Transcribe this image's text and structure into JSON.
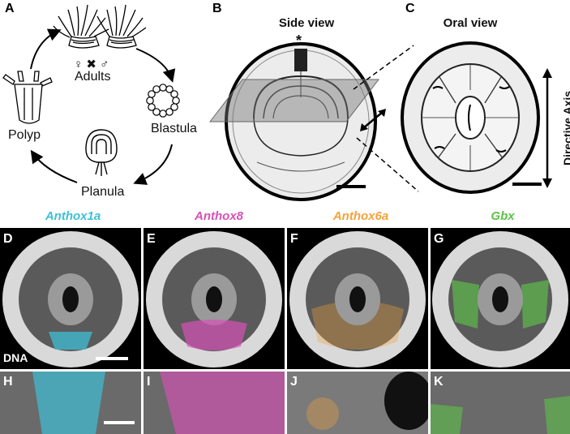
{
  "panels": {
    "A": "A",
    "B": "B",
    "C": "C",
    "D": "D",
    "E": "E",
    "F": "F",
    "G": "G",
    "H": "H",
    "I": "I",
    "J": "J",
    "K": "K"
  },
  "lifecycle": {
    "adults": "Adults",
    "cross_symbol": "♀ ✖ ♂",
    "blastula": "Blastula",
    "planula": "Planula",
    "polyp": "Polyp"
  },
  "side_view": {
    "title": "Side view",
    "asterisk": "*"
  },
  "oral_view": {
    "title": "Oral view",
    "axis_label": "Directive Axis"
  },
  "genes": {
    "d": {
      "name": "Anthox1a",
      "color": "#3fbfd6"
    },
    "e": {
      "name": "Anthox8",
      "color": "#d651b6"
    },
    "f": {
      "name": "Anthox6a",
      "color": "#f2a33a"
    },
    "g": {
      "name": "Gbx",
      "color": "#5ec24a"
    }
  },
  "dna_label": "DNA"
}
